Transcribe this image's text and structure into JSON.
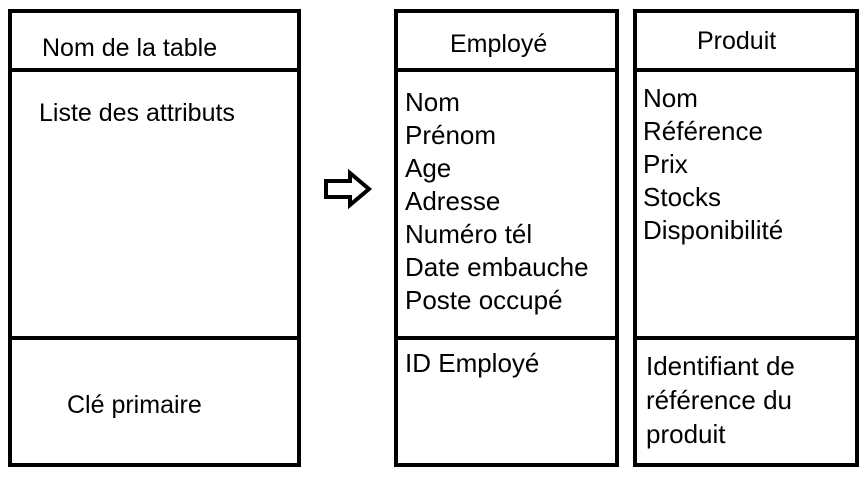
{
  "template": {
    "title": "Nom de la table",
    "attributes_label": "Liste des attributs",
    "key_label": "Clé primaire"
  },
  "tables": [
    {
      "title": "Employé",
      "attributes": [
        "Nom",
        "Prénom",
        "Age",
        "Adresse",
        "Numéro tél",
        "Date embauche",
        "Poste occupé"
      ],
      "key_lines": [
        "ID Employé"
      ]
    },
    {
      "title": "Produit",
      "attributes": [
        "Nom",
        "Référence",
        "Prix",
        "Stocks",
        "Disponibilité"
      ],
      "key_lines": [
        "Identifiant de",
        "référence du",
        "produit"
      ]
    }
  ],
  "arrow_icon": "right-arrow-outline-icon"
}
